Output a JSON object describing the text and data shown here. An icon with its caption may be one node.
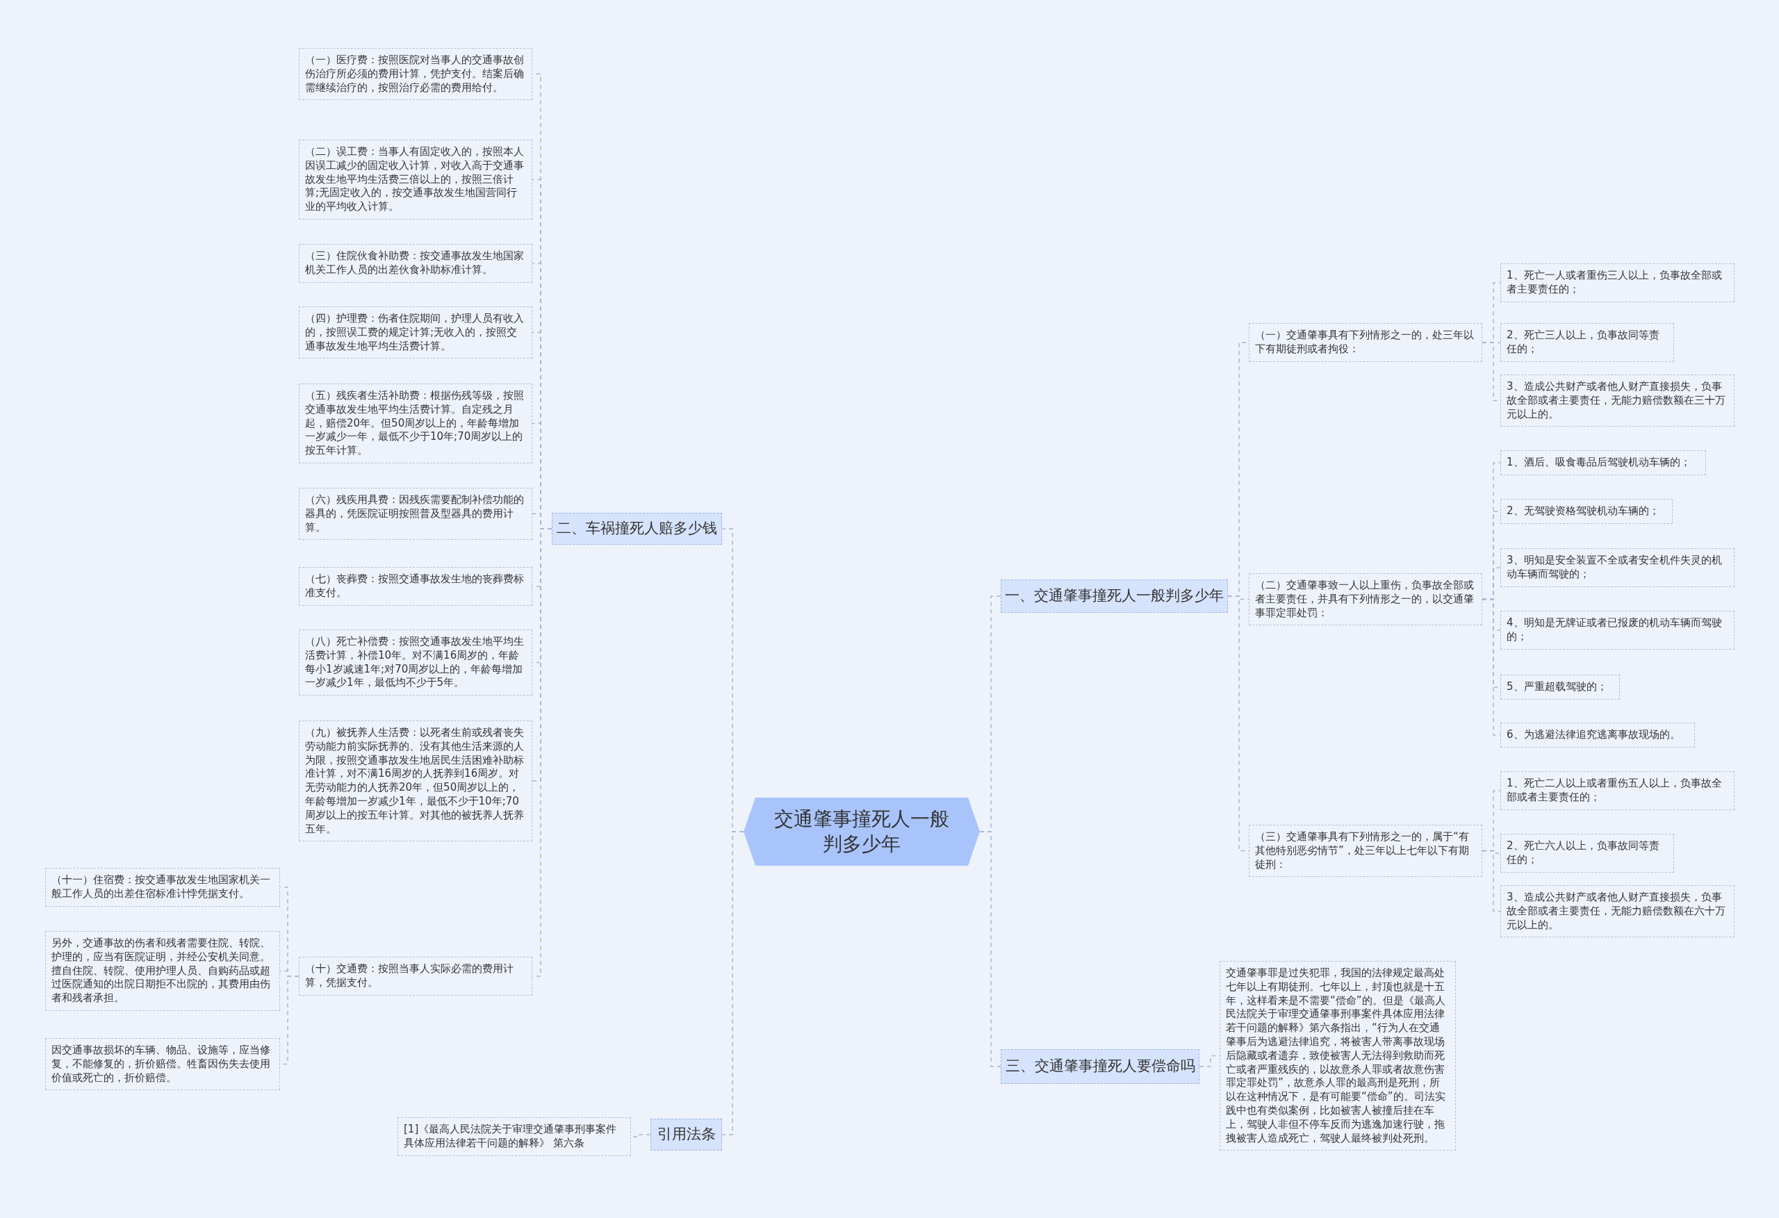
{
  "diagram": {
    "nodes": [
      {
        "text": [
          "交通肇事撞死人一般判多少年"
        ]
      },
      {
        "text": [
          "二、车祸撞死人赔多少钱"
        ]
      },
      {
        "text": [
          "（一）医疗费：按照医院对当事人的交通事故创伤治疗所必须的费用计算，凭护支付。结案后确需继续治疗的，按照治疗必需的费用给付。"
        ]
      },
      {
        "text": [
          "（二）误工费：当事人有固定收入的，按照本人因误工减少的固定收入计算，对收入高于交通事故发生地平均生活费三倍以上的，按照三倍计算;无固定收入的，按交通事故发生地国营同行业的平均收入计算。"
        ]
      },
      {
        "text": [
          "（三）住院伙食补助费：按交通事故发生地国家机关工作人员的出差伙食补助标准计算。"
        ]
      },
      {
        "text": [
          "（四）护理费：伤者住院期间，护理人员有收入的，按照误工费的规定计算;无收入的，按照交通事故发生地平均生活费计算。"
        ]
      },
      {
        "text": [
          "（五）残疾者生活补助费：根据伤残等级，按照交通事故发生地平均生活费计算。自定残之月起，赔偿20年。但50周岁以上的，年龄每增加一岁减少一年，最低不少于10年;70周岁以上的按五年计算。"
        ]
      },
      {
        "text": [
          "（六）残疾用具费：因残疾需要配制补偿功能的器具的，凭医院证明按照普及型器具的费用计算。"
        ]
      },
      {
        "text": [
          "（七）丧葬费：按照交通事故发生地的丧葬费标准支付。"
        ]
      },
      {
        "text": [
          "（八）死亡补偿费：按照交通事故发生地平均生活费计算，补偿10年。对不满16周岁的，年龄每小1岁减速1年;对70周岁以上的，年龄每增加一岁减少1年，最低均不少于5年。"
        ]
      },
      {
        "text": [
          "（九）被抚养人生活费：以死者生前或残者丧失劳动能力前实际抚养的、没有其他生活来源的人为限，按照交通事故发生地居民生活困难补助标准计算，对不满16周岁的人抚养到16周岁。对无劳动能力的人抚养20年，但50周岁以上的，年龄每增加一岁减少1年，最低不少于10年;70周岁以上的按五年计算。对其他的被抚养人抚养五年。"
        ]
      },
      {
        "text": [
          "（十）交通费：按照当事人实际必需的费用计算，凭据支付。"
        ]
      },
      {
        "text": [
          "（十一）住宿费：按交通事故发生地国家机关一般工作人员的出差住宿标准计悖凭据支付。"
        ]
      },
      {
        "text": [
          "另外，交通事故的伤者和残者需要住院、转院、护理的，应当有医院证明，并经公安机关同意。擅自住院、转院、使用护理人员、自购药品或超过医院通知的出院日期拒不出院的，其费用由伤者和残者承担。"
        ]
      },
      {
        "text": [
          "因交通事故损坏的车辆、物品、设施等，应当修复，不能修复的，折价赔偿。牲畜因伤失去使用价值或死亡的，折价赔偿。"
        ]
      },
      {
        "text": [
          "引用法条"
        ]
      },
      {
        "text": [
          "[1]《最高人民法院关于审理交通肇事刑事案件具体应用法律若干问题的解释》 第六条"
        ]
      },
      {
        "text": [
          "一、交通肇事撞死人一般判多少年"
        ]
      },
      {
        "text": [
          "（一）交通肇事具有下列情形之一的，处三年以下有期徒刑或者拘役："
        ]
      },
      {
        "text": [
          "1、死亡一人或者重伤三人以上，负事故全部或者主要责任的；"
        ]
      },
      {
        "text": [
          "2、死亡三人以上，负事故同等责任的；"
        ]
      },
      {
        "text": [
          "3、造成公共财产或者他人财产直接损失，负事故全部或者主要责任，无能力赔偿数额在三十万元以上的。"
        ]
      },
      {
        "text": [
          "（二）交通肇事致一人以上重伤，负事故全部或者主要责任，并具有下列情形之一的，以交通肇事罪定罪处罚："
        ]
      },
      {
        "text": [
          "1、酒后、吸食毒品后驾驶机动车辆的；"
        ]
      },
      {
        "text": [
          "2、无驾驶资格驾驶机动车辆的；"
        ]
      },
      {
        "text": [
          "3、明知是安全装置不全或者安全机件失灵的机动车辆而驾驶的；"
        ]
      },
      {
        "text": [
          "4、明知是无牌证或者已报废的机动车辆而驾驶的；"
        ]
      },
      {
        "text": [
          "5、严重超载驾驶的；"
        ]
      },
      {
        "text": [
          "6、为逃避法律追究逃离事故现场的。"
        ]
      },
      {
        "text": [
          "（三）交通肇事具有下列情形之一的，属于“有其他特别恶劣情节”，处三年以上七年以下有期徒刑："
        ]
      },
      {
        "text": [
          "1、死亡二人以上或者重伤五人以上，负事故全部或者主要责任的；"
        ]
      },
      {
        "text": [
          "2、死亡六人以上，负事故同等责任的；"
        ]
      },
      {
        "text": [
          "3、造成公共财产或者他人财产直接损失，负事故全部或者主要责任，无能力赔偿数额在六十万元以上的。"
        ]
      },
      {
        "text": [
          "三、交通肇事撞死人要偿命吗"
        ]
      },
      {
        "text": [
          "交通肇事罪是过失犯罪，我国的法律规定最高处七年以上有期徒刑。七年以上，封顶也就是十五年，这样看来是不需要“偿命”的。但是《最高人民法院关于审理交通肇事刑事案件具体应用法律若干问题的解释》第六条指出，“行为人在交通肇事后为逃避法律追究，将被害人带离事故现场后隐藏或者遗弃，致使被害人无法得到救助而死亡或者严重残疾的，以故意杀人罪或者故意伤害罪定罪处罚”，故意杀人罪的最高刑是死刑，所以在这种情况下，是有可能要“偿命”的。司法实践中也有类似案例，比如被害人被撞后挂在车上，驾驶人非但不停车反而为逃逸加速行驶，拖拽被害人造成死亡，驾驶人最终被判处死刑。"
        ]
      }
    ],
    "edges": [
      {
        "from": 0,
        "to": 1,
        "arrow": "none"
      },
      {
        "from": 1,
        "to": 2,
        "arrow": "none"
      },
      {
        "from": 1,
        "to": 3,
        "arrow": "none"
      },
      {
        "from": 1,
        "to": 4,
        "arrow": "none"
      },
      {
        "from": 1,
        "to": 5,
        "arrow": "none"
      },
      {
        "from": 1,
        "to": 6,
        "arrow": "none"
      },
      {
        "from": 1,
        "to": 7,
        "arrow": "none"
      },
      {
        "from": 1,
        "to": 8,
        "arrow": "none"
      },
      {
        "from": 1,
        "to": 9,
        "arrow": "none"
      },
      {
        "from": 1,
        "to": 10,
        "arrow": "none"
      },
      {
        "from": 1,
        "to": 11,
        "arrow": "none"
      },
      {
        "from": 11,
        "to": 12,
        "arrow": "none"
      },
      {
        "from": 11,
        "to": 13,
        "arrow": "none"
      },
      {
        "from": 11,
        "to": 14,
        "arrow": "none"
      },
      {
        "from": 0,
        "to": 15,
        "arrow": "none"
      },
      {
        "from": 15,
        "to": 16,
        "arrow": "none"
      },
      {
        "from": 0,
        "to": 17,
        "arrow": "none"
      },
      {
        "from": 17,
        "to": 18,
        "arrow": "none"
      },
      {
        "from": 18,
        "to": 19,
        "arrow": "none"
      },
      {
        "from": 18,
        "to": 20,
        "arrow": "none"
      },
      {
        "from": 18,
        "to": 21,
        "arrow": "none"
      },
      {
        "from": 17,
        "to": 22,
        "arrow": "none"
      },
      {
        "from": 22,
        "to": 23,
        "arrow": "none"
      },
      {
        "from": 22,
        "to": 24,
        "arrow": "none"
      },
      {
        "from": 22,
        "to": 25,
        "arrow": "none"
      },
      {
        "from": 22,
        "to": 26,
        "arrow": "none"
      },
      {
        "from": 22,
        "to": 27,
        "arrow": "none"
      },
      {
        "from": 22,
        "to": 28,
        "arrow": "none"
      },
      {
        "from": 17,
        "to": 29,
        "arrow": "none"
      },
      {
        "from": 29,
        "to": 30,
        "arrow": "none"
      },
      {
        "from": 29,
        "to": 31,
        "arrow": "none"
      },
      {
        "from": 29,
        "to": 32,
        "arrow": "none"
      },
      {
        "from": 0,
        "to": 33,
        "arrow": "none"
      },
      {
        "from": 33,
        "to": 34,
        "arrow": "none"
      }
    ]
  }
}
